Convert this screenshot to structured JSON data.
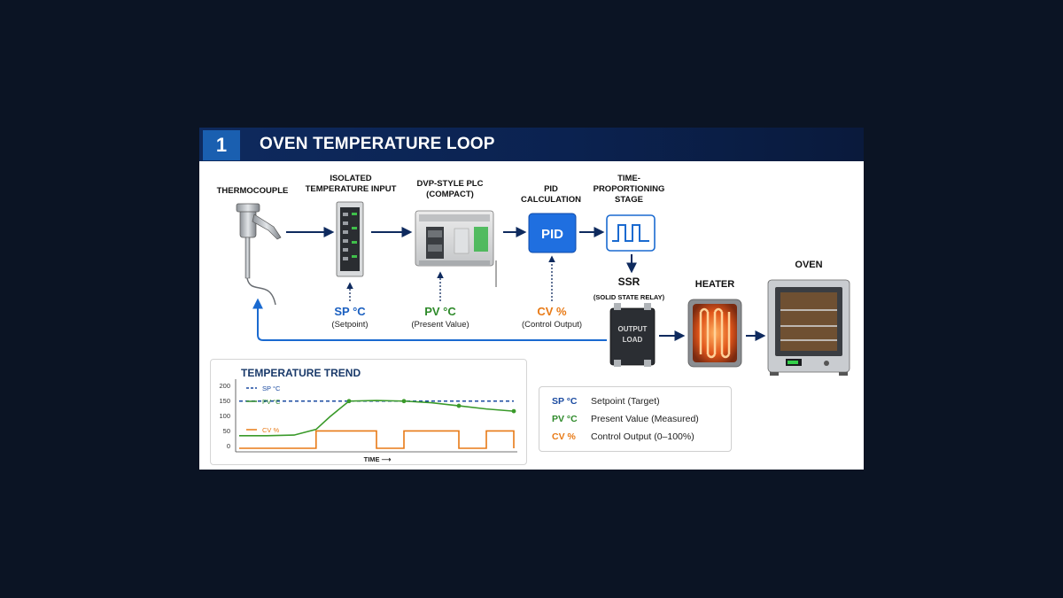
{
  "header": {
    "number": "1",
    "title": "OVEN TEMPERATURE LOOP"
  },
  "blocks": {
    "thermocouple": "THERMOCOUPLE",
    "isolated_input": "ISOLATED\nTEMPERATURE INPUT",
    "plc": "DVP-STYLE PLC\n(COMPACT)",
    "pid": "PID\nCALCULATION",
    "pid_box": "PID",
    "time_prop": "TIME-\nPROPORTIONING\nSTAGE",
    "ssr": "SSR",
    "ssr_sub": "(SOLID STATE RELAY)",
    "ssr_device_text": "OUTPUT\nLOAD",
    "heater": "HEATER",
    "oven": "OVEN"
  },
  "signals": [
    {
      "key": "sp",
      "label": "SP °C",
      "desc": "(Setpoint)",
      "color": "#1a5fc0"
    },
    {
      "key": "pv",
      "label": "PV °C",
      "desc": "(Present Value)",
      "color": "#2e8a2a"
    },
    {
      "key": "cv",
      "label": "CV %",
      "desc": "(Control Output)",
      "color": "#e87a16"
    }
  ],
  "legend": [
    {
      "key": "SP °C",
      "desc": "Setpoint (Target)",
      "color": "#1a4aa0"
    },
    {
      "key": "PV °C",
      "desc": "Present Value (Measured)",
      "color": "#2e8a2a"
    },
    {
      "key": "CV %",
      "desc": "Control Output (0–100%)",
      "color": "#e87a16"
    }
  ],
  "trend": {
    "title": "TEMPERATURE TREND",
    "xlabel": "TIME ⟶",
    "yticks": [
      "200",
      "150",
      "100",
      "50",
      "0"
    ],
    "series_labels": {
      "sp": "SP °C",
      "pv": "PV °C",
      "cv": "CV %"
    }
  },
  "chart_data": {
    "type": "line",
    "title": "TEMPERATURE TREND",
    "xlabel": "TIME",
    "ylim": [
      0,
      200
    ],
    "x": [
      0,
      10,
      20,
      28,
      33,
      40,
      50,
      60,
      70,
      80,
      90,
      100
    ],
    "series": [
      {
        "name": "SP °C",
        "values": [
          150,
          150,
          150,
          150,
          150,
          150,
          150,
          150,
          150,
          150,
          150,
          150
        ]
      },
      {
        "name": "PV °C",
        "values": [
          40,
          40,
          42,
          60,
          100,
          150,
          152,
          150,
          145,
          135,
          125,
          118
        ]
      },
      {
        "name": "CV %",
        "values": [
          0,
          0,
          0,
          55,
          55,
          55,
          0,
          55,
          55,
          0,
          55,
          0
        ]
      }
    ]
  }
}
